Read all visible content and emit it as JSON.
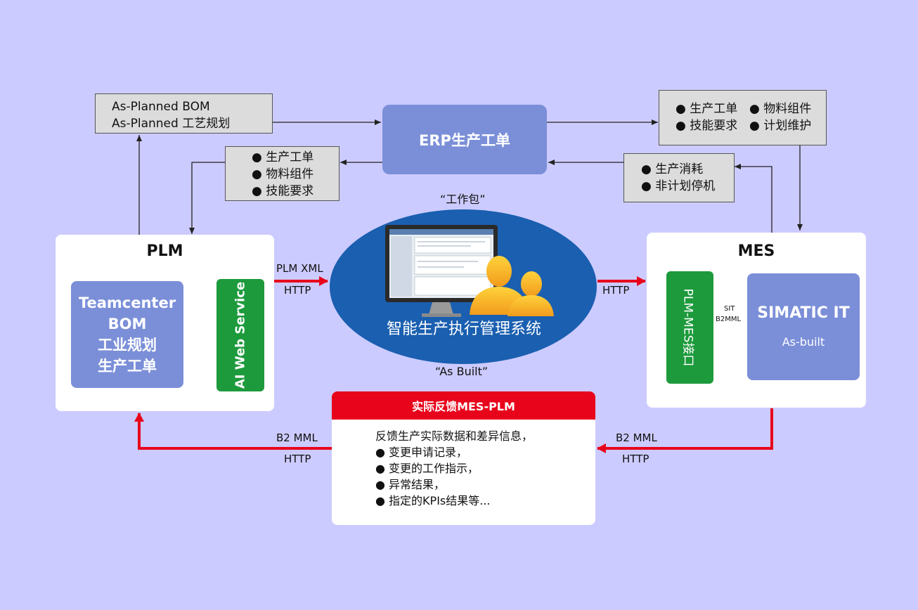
{
  "erp": {
    "title": "ERP生产工单"
  },
  "boxes": {
    "as_planned": [
      "As-Planned BOM",
      "As-Planned 工艺规划"
    ],
    "erp_to_plm": [
      "● 生产工单",
      "● 物料组件",
      "● 技能要求"
    ],
    "erp_to_mes": [
      "● 生产工单",
      "● 技能要求",
      "● 物料组件",
      "● 计划维护"
    ],
    "mes_to_erp": [
      "● 生产消耗",
      "● 非计划停机"
    ]
  },
  "plm": {
    "title": "PLM",
    "teamcenter": [
      "Teamcenter",
      "BOM",
      "工业规划",
      "生产工单"
    ],
    "ai_web_service": "AI Web Service"
  },
  "mes": {
    "title": "MES",
    "interface": "PLM-MES接口",
    "simatic_title": "SIMATIC IT",
    "simatic_sub": "As-built",
    "sit": "SIT",
    "b2mml": "B2MML"
  },
  "center": {
    "label": "智能生产执行管理系统",
    "quote_top": "“工作包”",
    "quote_bottom": "“As Built”"
  },
  "links": {
    "plm_xml": "PLM XML",
    "http_left": "HTTP",
    "http_right": "HTTP",
    "b2mml_left": "B2 MML",
    "http_bottom_left": "HTTP",
    "b2mml_right": "B2 MML",
    "http_bottom_right": "HTTP"
  },
  "feedback": {
    "header": "实际反馈MES-PLM",
    "lines": [
      "反馈生产实际数据和差异信息，",
      "● 变更申请记录，",
      "● 变更的工作指示，",
      "● 异常结果，",
      "● 指定的KPIs结果等..."
    ]
  },
  "colors": {
    "background": "#cccbff",
    "blue_box": "#7b8fd8",
    "green_box": "#1d9a3c",
    "red_accent": "#e8051c",
    "ellipse": "#1a5fb0"
  }
}
